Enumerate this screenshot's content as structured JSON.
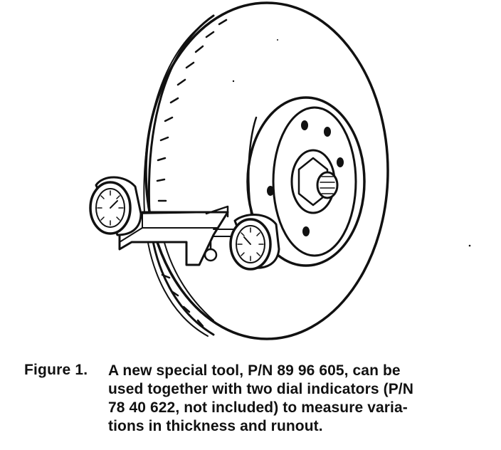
{
  "figure": {
    "caption_label": "Figure 1.",
    "caption_lines": [
      "A new special tool, P/N 89 96 605, can be",
      "used together with two dial indicators (P/N",
      "78 40 622, not included) to measure varia-",
      "tions in thickness and runout."
    ]
  },
  "colors": {
    "ink": "#111111",
    "paper": "#ffffff"
  }
}
